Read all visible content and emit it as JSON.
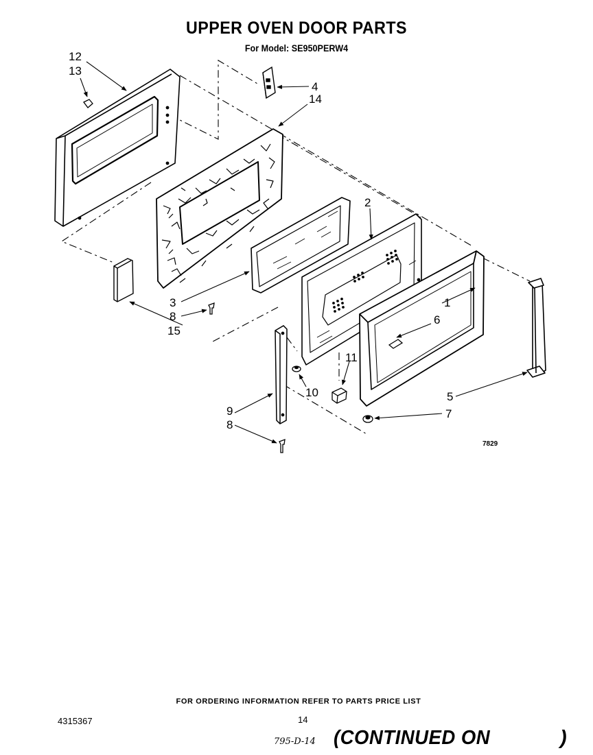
{
  "header": {
    "title": "UPPER OVEN DOOR PARTS",
    "model": "For Model: SE950PERW4"
  },
  "diagram": {
    "callouts": [
      "12",
      "13",
      "4",
      "14",
      "2",
      "1",
      "6",
      "3",
      "8",
      "15",
      "11",
      "10",
      "9",
      "8",
      "5",
      "7"
    ],
    "figure_code": "7829"
  },
  "footer": {
    "ordering_note": "FOR ORDERING INFORMATION REFER TO PARTS PRICE LIST",
    "doc_number": "4315367",
    "page_number": "14",
    "handwritten_code": "795-D-14",
    "continued": "(CONTINUED ON",
    "closing_paren": ")"
  }
}
